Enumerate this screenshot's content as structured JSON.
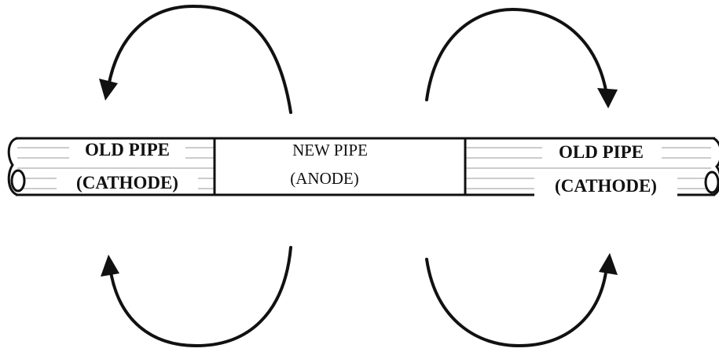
{
  "diagram": {
    "left_section": {
      "line1": "OLD PIPE",
      "line2": "(CATHODE)"
    },
    "middle_section": {
      "line1": "NEW PIPE",
      "line2": "(ANODE)"
    },
    "right_section": {
      "line1": "OLD PIPE",
      "line2": "(CATHODE)"
    }
  },
  "colors": {
    "stroke": "#111111",
    "background": "#ffffff",
    "hatch": "#9a9a9a"
  }
}
